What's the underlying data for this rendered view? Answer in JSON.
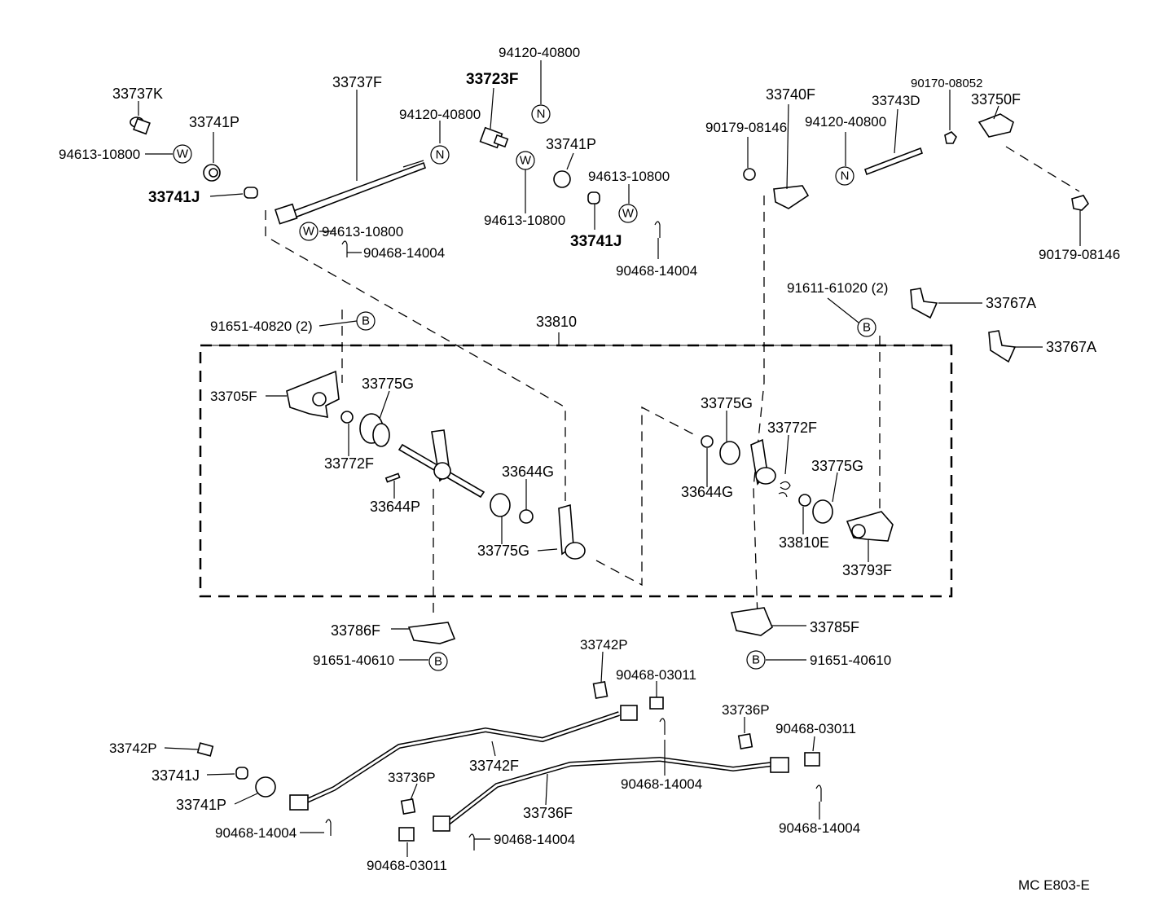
{
  "diagram": {
    "footer_code": "MC  E803-E",
    "symbols": {
      "nut": "N",
      "washer": "W",
      "bolt": "B"
    },
    "labels": {
      "p33737K": "33737K",
      "p33741P_a": "33741P",
      "p94613_a": "94613-10800",
      "p33741J_a": "33741J",
      "p33737F": "33737F",
      "p94120_a": "94120-40800",
      "p94613_b": "94613-10800",
      "p90468_a": "90468-14004",
      "p33723F": "33723F",
      "p94120_b": "94120-40800",
      "p33741P_b": "33741P",
      "p94613_c": "94613-10800",
      "p94613_d": "94613-10800",
      "p33741J_b": "33741J",
      "p90468_b": "90468-14004",
      "p33740F": "33740F",
      "p90179_a": "90179-08146",
      "p94120_c": "94120-40800",
      "p33743D": "33743D",
      "p90170": "90170-08052",
      "p33750F": "33750F",
      "p90179_b": "90179-08146",
      "p91611": "91611-61020 (2)",
      "p33767A_a": "33767A",
      "p33767A_b": "33767A",
      "p91651_a": "91651-40820 (2)",
      "p33810": "33810",
      "p33705F": "33705F",
      "p33775G_a": "33775G",
      "p33772F_a": "33772F",
      "p33644P": "33644P",
      "p33644G_a": "33644G",
      "p33775G_b": "33775G",
      "p33775G_c": "33775G",
      "p33644G_b": "33644G",
      "p33772F_b": "33772F",
      "p33775G_d": "33775G",
      "p33810E": "33810E",
      "p33793F": "33793F",
      "p33786F": "33786F",
      "p91651_b": "91651-40610",
      "p33785F": "33785F",
      "p91651_c": "91651-40610",
      "p33742P_a": "33742P",
      "p90468_c": "90468-03011",
      "p33736P_a": "33736P",
      "p90468_d": "90468-03011",
      "p33742P_b": "33742P",
      "p33741J_c": "33741J",
      "p33742F": "33742F",
      "p33741P_c": "33741P",
      "p33736P_b": "33736P",
      "p33736F": "33736F",
      "p90468_e": "90468-14004",
      "p90468_f": "90468-14004",
      "p90468_g": "90468-14004",
      "p90468_h": "90468-14004",
      "p90468_i": "90468-03011"
    }
  }
}
